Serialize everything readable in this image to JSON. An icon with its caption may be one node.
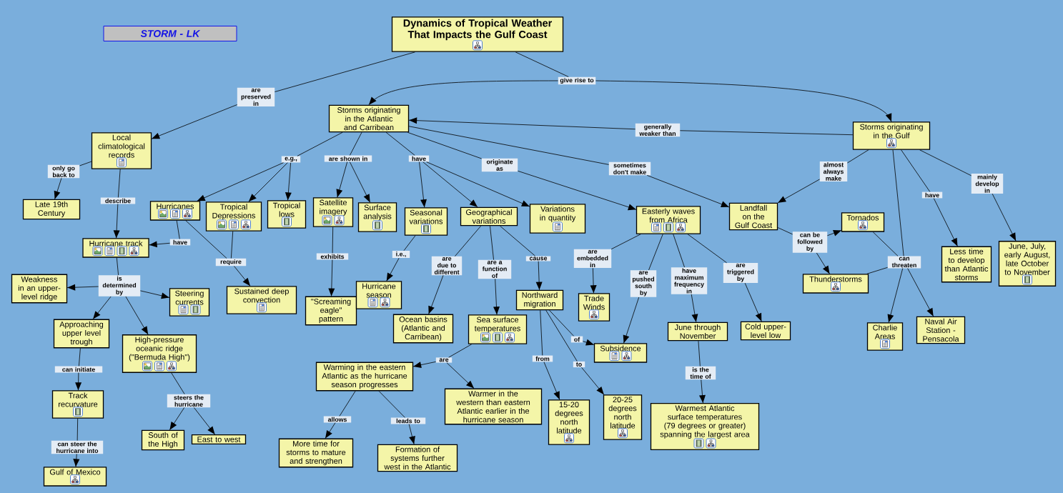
{
  "diagram": {
    "nodes": [
      {
        "text": [
          "STORM - LK"
        ]
      },
      {
        "text": [
          "Dynamics of Tropical Weather That Impacts the Gulf Coast"
        ]
      },
      {
        "text": [
          "Storms originating in the Atlantic and Carribean"
        ]
      },
      {
        "text": [
          "Storms originating in the Gulf"
        ]
      },
      {
        "text": [
          "Local climatological records"
        ]
      },
      {
        "text": [
          "Late 19th Century"
        ]
      },
      {
        "text": [
          "Hurricanes"
        ]
      },
      {
        "text": [
          "Tropical Depressions"
        ]
      },
      {
        "text": [
          "Tropical lows"
        ]
      },
      {
        "text": [
          "Satellite imagery"
        ]
      },
      {
        "text": [
          "Surface analysis"
        ]
      },
      {
        "text": [
          "Seasonal variations"
        ]
      },
      {
        "text": [
          "Geographical variations"
        ]
      },
      {
        "text": [
          "Variations in quantity"
        ]
      },
      {
        "text": [
          "Easterly waves from Africa"
        ]
      },
      {
        "text": [
          "Landfall on the Gulf Coast"
        ]
      },
      {
        "text": [
          "Hurricane track"
        ]
      },
      {
        "text": [
          "Weakness in an upper-level ridge"
        ]
      },
      {
        "text": [
          "Steering currents"
        ]
      },
      {
        "text": [
          "Sustained deep convection"
        ]
      },
      {
        "text": [
          "\"Screaming eagle\" pattern"
        ]
      },
      {
        "text": [
          "Hurricane season"
        ]
      },
      {
        "text": [
          "Ocean basins (Atlantic and Carribean)"
        ]
      },
      {
        "text": [
          "Approaching upper level trough"
        ]
      },
      {
        "text": [
          "High-pressure oceanic ridge (\"Bermuda High\")"
        ]
      },
      {
        "text": [
          "Sea surface temperatures"
        ]
      },
      {
        "text": [
          "Northward migration"
        ]
      },
      {
        "text": [
          "Trade Winds"
        ]
      },
      {
        "text": [
          "Subsidence"
        ]
      },
      {
        "text": [
          "Warming in the eastern Atlantic as the hurricane season progresses"
        ]
      },
      {
        "text": [
          "Warmer in the western than eastern Atlantic earlier in the hurricane season"
        ]
      },
      {
        "text": [
          "15-20 degrees north latitude"
        ]
      },
      {
        "text": [
          "20-25 degrees north latitude"
        ]
      },
      {
        "text": [
          "June through November"
        ]
      },
      {
        "text": [
          "Cold upper-level low"
        ]
      },
      {
        "text": [
          "Warmest Atlantic surface temperatures (79 degrees or greater) spanning the largest area"
        ]
      },
      {
        "text": [
          "Tornados"
        ]
      },
      {
        "text": [
          "Thunderstorms"
        ]
      },
      {
        "text": [
          "Charlie Areas"
        ]
      },
      {
        "text": [
          "Naval Air Station - Pensacola"
        ]
      },
      {
        "text": [
          "Less time to develop than Atlantic storms"
        ]
      },
      {
        "text": [
          "June, July, early August, late October to November"
        ]
      },
      {
        "text": [
          "Track recurvature"
        ]
      },
      {
        "text": [
          "South of the High"
        ]
      },
      {
        "text": [
          "East to west"
        ]
      },
      {
        "text": [
          "More time for storms to mature and strengthen"
        ]
      },
      {
        "text": [
          "Formation of systems further west in the Atlantic"
        ]
      },
      {
        "text": [
          "Gulf of Mexico"
        ]
      },
      {
        "text": [
          "are preserved in"
        ]
      },
      {
        "text": [
          "give rise to"
        ]
      },
      {
        "text": [
          "generally weaker than"
        ]
      },
      {
        "text": [
          "only go back to"
        ]
      },
      {
        "text": [
          "describe"
        ]
      },
      {
        "text": [
          "e.g.,"
        ]
      },
      {
        "text": [
          "are shown in"
        ]
      },
      {
        "text": [
          "have"
        ]
      },
      {
        "text": [
          "originate as"
        ]
      },
      {
        "text": [
          "sometimes don't make"
        ]
      },
      {
        "text": [
          "almost always make"
        ]
      },
      {
        "text": [
          "have"
        ]
      },
      {
        "text": [
          "mainly develop in"
        ]
      },
      {
        "text": [
          "have"
        ]
      },
      {
        "text": [
          "require"
        ]
      },
      {
        "text": [
          "exhibits"
        ]
      },
      {
        "text": [
          "i.e.,"
        ]
      },
      {
        "text": [
          "are due to different"
        ]
      },
      {
        "text": [
          "are a function of"
        ]
      },
      {
        "text": [
          "cause"
        ]
      },
      {
        "text": [
          "are embedded in"
        ]
      },
      {
        "text": [
          "are pushed south by"
        ]
      },
      {
        "text": [
          "have maximum frequency in"
        ]
      },
      {
        "text": [
          "are triggered by"
        ]
      },
      {
        "text": [
          "can be followed by"
        ]
      },
      {
        "text": [
          "can threaten"
        ]
      },
      {
        "text": [
          "is determined by"
        ]
      },
      {
        "text": [
          "can initiate"
        ]
      },
      {
        "text": [
          "steers the hurricane"
        ]
      },
      {
        "text": [
          "can steer the hurricane into"
        ]
      },
      {
        "text": [
          "are"
        ]
      },
      {
        "text": [
          "from"
        ]
      },
      {
        "text": [
          "to"
        ]
      },
      {
        "text": [
          "of"
        ]
      },
      {
        "text": [
          "allows"
        ]
      },
      {
        "text": [
          "leads to"
        ]
      },
      {
        "text": [
          "is the time of"
        ]
      }
    ],
    "edges": [
      {
        "from": 1,
        "to": 48,
        "arrow": "none"
      },
      {
        "from": 48,
        "to": 4,
        "arrow": "to"
      },
      {
        "from": 1,
        "to": 49,
        "arrow": "none"
      },
      {
        "from": 49,
        "to": 2,
        "arrow": "to"
      },
      {
        "from": 49,
        "to": 3,
        "arrow": "to"
      },
      {
        "from": 3,
        "to": 50,
        "arrow": "none"
      },
      {
        "from": 50,
        "to": 2,
        "arrow": "to"
      },
      {
        "from": 4,
        "to": 51,
        "arrow": "none"
      },
      {
        "from": 51,
        "to": 5,
        "arrow": "to"
      },
      {
        "from": 4,
        "to": 52,
        "arrow": "none"
      },
      {
        "from": 52,
        "to": 16,
        "arrow": "to"
      },
      {
        "from": 2,
        "to": 53,
        "arrow": "none"
      },
      {
        "from": 53,
        "to": 6,
        "arrow": "to"
      },
      {
        "from": 53,
        "to": 7,
        "arrow": "to"
      },
      {
        "from": 53,
        "to": 8,
        "arrow": "to"
      },
      {
        "from": 2,
        "to": 54,
        "arrow": "none"
      },
      {
        "from": 54,
        "to": 9,
        "arrow": "to"
      },
      {
        "from": 54,
        "to": 10,
        "arrow": "to"
      },
      {
        "from": 2,
        "to": 55,
        "arrow": "none"
      },
      {
        "from": 55,
        "to": 11,
        "arrow": "to"
      },
      {
        "from": 55,
        "to": 12,
        "arrow": "to"
      },
      {
        "from": 55,
        "to": 13,
        "arrow": "to"
      },
      {
        "from": 2,
        "to": 56,
        "arrow": "none"
      },
      {
        "from": 56,
        "to": 14,
        "arrow": "to"
      },
      {
        "from": 2,
        "to": 57,
        "arrow": "none"
      },
      {
        "from": 57,
        "to": 15,
        "arrow": "to"
      },
      {
        "from": 3,
        "to": 58,
        "arrow": "none"
      },
      {
        "from": 58,
        "to": 15,
        "arrow": "to"
      },
      {
        "from": 3,
        "to": 59,
        "arrow": "none"
      },
      {
        "from": 59,
        "to": 40,
        "arrow": "to"
      },
      {
        "from": 3,
        "to": 60,
        "arrow": "none"
      },
      {
        "from": 60,
        "to": 41,
        "arrow": "to"
      },
      {
        "from": 6,
        "to": 61,
        "arrow": "none"
      },
      {
        "from": 61,
        "to": 16,
        "arrow": "to"
      },
      {
        "from": 6,
        "to": 62,
        "arrow": "none"
      },
      {
        "from": 7,
        "to": 62,
        "arrow": "none"
      },
      {
        "from": 62,
        "to": 19,
        "arrow": "to"
      },
      {
        "from": 9,
        "to": 63,
        "arrow": "none"
      },
      {
        "from": 63,
        "to": 20,
        "arrow": "to"
      },
      {
        "from": 11,
        "to": 64,
        "arrow": "none"
      },
      {
        "from": 64,
        "to": 21,
        "arrow": "to"
      },
      {
        "from": 12,
        "to": 65,
        "arrow": "none"
      },
      {
        "from": 65,
        "to": 22,
        "arrow": "to"
      },
      {
        "from": 12,
        "to": 66,
        "arrow": "none"
      },
      {
        "from": 66,
        "to": 25,
        "arrow": "to"
      },
      {
        "from": 12,
        "to": 67,
        "arrow": "none"
      },
      {
        "from": 67,
        "to": 26,
        "arrow": "to"
      },
      {
        "from": 14,
        "to": 68,
        "arrow": "none"
      },
      {
        "from": 68,
        "to": 27,
        "arrow": "to"
      },
      {
        "from": 14,
        "to": 69,
        "arrow": "none"
      },
      {
        "from": 69,
        "to": 28,
        "arrow": "to"
      },
      {
        "from": 14,
        "to": 70,
        "arrow": "none"
      },
      {
        "from": 70,
        "to": 33,
        "arrow": "to"
      },
      {
        "from": 14,
        "to": 71,
        "arrow": "none"
      },
      {
        "from": 71,
        "to": 34,
        "arrow": "to"
      },
      {
        "from": 15,
        "to": 72,
        "arrow": "none"
      },
      {
        "from": 72,
        "to": 36,
        "arrow": "to"
      },
      {
        "from": 72,
        "to": 37,
        "arrow": "to"
      },
      {
        "from": 3,
        "to": 73,
        "arrow": "none"
      },
      {
        "from": 36,
        "to": 73,
        "arrow": "none"
      },
      {
        "from": 37,
        "to": 73,
        "arrow": "none"
      },
      {
        "from": 73,
        "to": 38,
        "arrow": "to"
      },
      {
        "from": 73,
        "to": 39,
        "arrow": "to"
      },
      {
        "from": 16,
        "to": 74,
        "arrow": "none"
      },
      {
        "from": 74,
        "to": 17,
        "arrow": "to"
      },
      {
        "from": 74,
        "to": 18,
        "arrow": "to"
      },
      {
        "from": 74,
        "to": 23,
        "arrow": "to"
      },
      {
        "from": 74,
        "to": 24,
        "arrow": "to"
      },
      {
        "from": 23,
        "to": 75,
        "arrow": "none"
      },
      {
        "from": 75,
        "to": 42,
        "arrow": "to"
      },
      {
        "from": 24,
        "to": 76,
        "arrow": "none"
      },
      {
        "from": 76,
        "to": 43,
        "arrow": "to"
      },
      {
        "from": 76,
        "to": 44,
        "arrow": "to"
      },
      {
        "from": 42,
        "to": 77,
        "arrow": "none"
      },
      {
        "from": 77,
        "to": 47,
        "arrow": "to"
      },
      {
        "from": 25,
        "to": 78,
        "arrow": "none"
      },
      {
        "from": 78,
        "to": 29,
        "arrow": "to"
      },
      {
        "from": 78,
        "to": 30,
        "arrow": "to"
      },
      {
        "from": 26,
        "to": 79,
        "arrow": "none"
      },
      {
        "from": 79,
        "to": 31,
        "arrow": "to"
      },
      {
        "from": 26,
        "to": 80,
        "arrow": "none"
      },
      {
        "from": 80,
        "to": 32,
        "arrow": "to"
      },
      {
        "from": 26,
        "to": 81,
        "arrow": "none"
      },
      {
        "from": 81,
        "to": 28,
        "arrow": "to"
      },
      {
        "from": 29,
        "to": 82,
        "arrow": "none"
      },
      {
        "from": 82,
        "to": 45,
        "arrow": "to"
      },
      {
        "from": 29,
        "to": 83,
        "arrow": "none"
      },
      {
        "from": 83,
        "to": 46,
        "arrow": "to"
      },
      {
        "from": 33,
        "to": 84,
        "arrow": "none"
      },
      {
        "from": 84,
        "to": 35,
        "arrow": "to"
      }
    ]
  }
}
